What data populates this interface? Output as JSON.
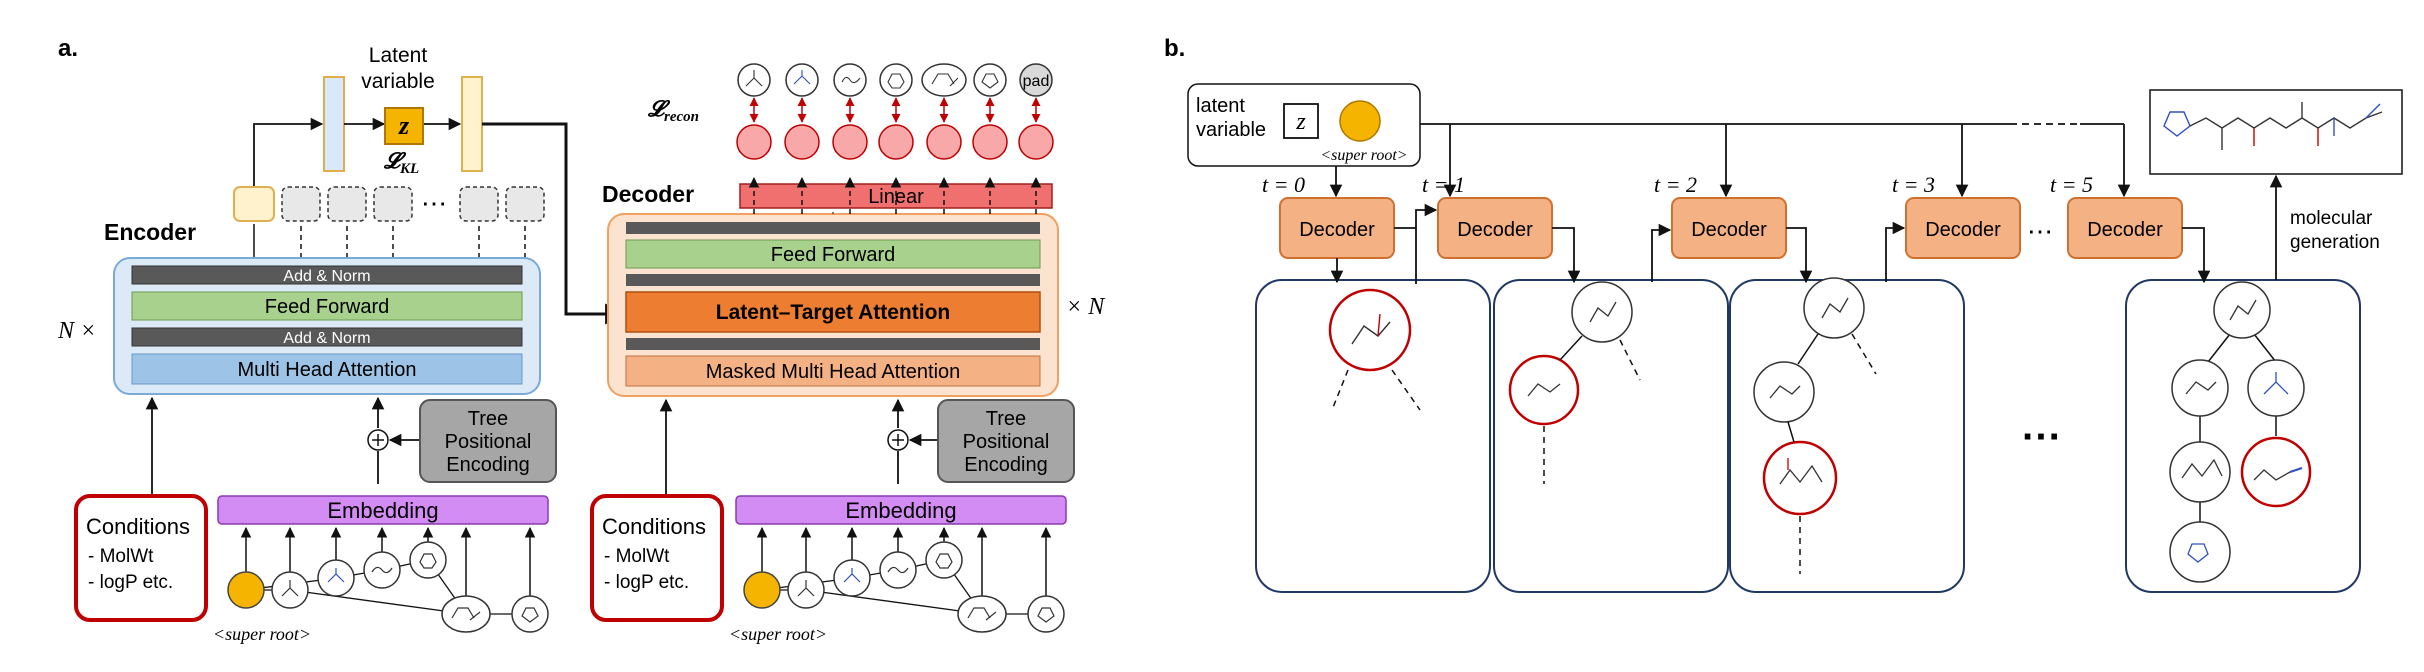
{
  "colors": {
    "encoder_fill": "#dce9f6",
    "encoder_border": "#7aaad8",
    "decoder_fill": "#fbe3cf",
    "decoder_border": "#f0a060",
    "addnorm": "#595959",
    "feedforward": "#a9d18e",
    "attention": "#9dc3e6",
    "latent_attention": "#ed7d31",
    "masked_attention": "#f4b183",
    "embedding": "#d48cf5",
    "tree_pe": "#a6a6a6",
    "conditions_border": "#c00000",
    "linear": "#f07070",
    "recon_node": "#f8a8a8",
    "latent_z": "#f5b400",
    "super_root": "#f5b400",
    "bar_yellow": "#fff2cc",
    "bar_blue": "#dae8fc",
    "decoder_step": "#f4b183",
    "molecule_border": "#c00000",
    "panel_border": "#1f3864"
  },
  "panel_a": {
    "label": "a.",
    "latent_variable_text": "Latent\nvariable",
    "z_symbol": "z",
    "kl_loss": "𝓛KL",
    "recon_loss": "𝓛recon",
    "encoder": {
      "title": "Encoder",
      "repeat": "N ×",
      "layers": [
        "Add & Norm",
        "Feed Forward",
        "Add & Norm",
        "Multi Head Attention"
      ],
      "ellipsis": "⋯"
    },
    "decoder": {
      "title": "Decoder",
      "repeat": "× N",
      "feed_forward": "Feed Forward",
      "latent_target_attention": "Latent–Target Attention",
      "masked_attention": "Masked Multi Head Attention",
      "linear": "Linear",
      "pad_token": "pad"
    },
    "embedding": "Embedding",
    "tree_pe": [
      "Tree",
      "Positional",
      "Encoding"
    ],
    "oplus": "⊕",
    "conditions": {
      "title": "Conditions",
      "items": [
        "- MolWt",
        "- logP etc."
      ]
    },
    "super_root": "<super root>"
  },
  "panel_b": {
    "label": "b.",
    "latent_box": {
      "line1": "latent",
      "line2": "variable",
      "z_symbol": "z",
      "super_root": "<super root>"
    },
    "steps": [
      "t = 0",
      "t = 1",
      "t = 2",
      "t = 3",
      "t = 5"
    ],
    "decoder_label": "Decoder",
    "ellipsis_mid": "⋯",
    "ellipsis_big": "···",
    "output_label": [
      "molecular",
      "generation"
    ]
  }
}
